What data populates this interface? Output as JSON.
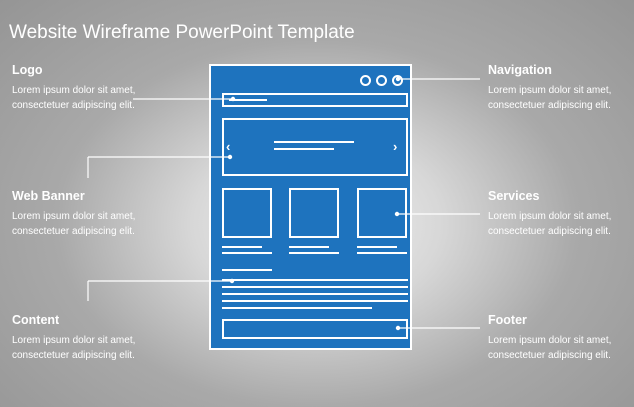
{
  "slide": {
    "title": "Website Wireframe PowerPoint Template"
  },
  "callouts": {
    "logo": {
      "heading": "Logo",
      "text": "Lorem ipsum dolor sit amet, consectetuer adipiscing elit."
    },
    "web_banner": {
      "heading": "Web Banner",
      "text": "Lorem ipsum dolor sit amet, consectetuer adipiscing elit."
    },
    "content": {
      "heading": "Content",
      "text": "Lorem ipsum dolor sit amet, consectetuer adipiscing elit."
    },
    "navigation": {
      "heading": "Navigation",
      "text": "Lorem ipsum dolor sit amet, consectetuer adipiscing elit."
    },
    "services": {
      "heading": "Services",
      "text": "Lorem ipsum dolor sit amet, consectetuer adipiscing elit."
    },
    "footer": {
      "heading": "Footer",
      "text": "Lorem ipsum dolor sit amet, consectetuer adipiscing elit."
    }
  },
  "icons": {
    "banner_prev": "‹",
    "banner_next": "›"
  },
  "colors": {
    "wireframe_fill": "#1e73be",
    "text": "#ffffff",
    "background": "#a9a9a9"
  }
}
